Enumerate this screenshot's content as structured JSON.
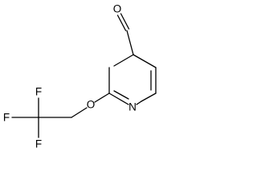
{
  "molecule": {
    "atoms": {
      "aldehyde_o": "O",
      "ether_o": "O",
      "ring_n": "N",
      "fluorine_top": "F",
      "fluorine_left": "F",
      "fluorine_bottom": "F"
    }
  }
}
